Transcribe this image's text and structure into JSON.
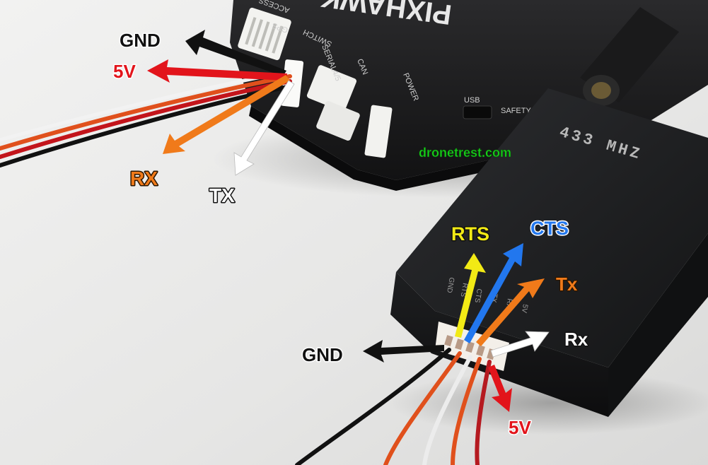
{
  "photo": {
    "background_color": "#e9e9e8",
    "flight_controller": {
      "case_color": "#1c1c1e",
      "silk_text": [
        "ACCESS",
        "GPS",
        "SWITCH",
        "SERIAL4/5",
        "CAN",
        "POWER",
        "USB",
        "SAFETY"
      ],
      "brand_mark": "PIXHAWK"
    },
    "radio": {
      "case_color": "#18191b",
      "printed_label": "433 MHZ",
      "pin_labels": [
        "GND",
        "RTS",
        "CTS",
        "TX",
        "RX",
        "5V"
      ]
    }
  },
  "watermark": "dronetrest.com",
  "top_labels": {
    "gnd": "GND",
    "v5": "5V",
    "rx": "RX",
    "tx": "TX"
  },
  "bottom_labels": {
    "rts": "RTS",
    "cts": "CTS",
    "tx": "Tx",
    "rx": "Rx",
    "gnd": "GND",
    "v5": "5V"
  },
  "colors": {
    "black": "#111111",
    "red": "#e2141b",
    "orange": "#f07a1a",
    "white": "#ffffff",
    "yellow": "#f2ea15",
    "blue": "#2277ee",
    "watermark_green": "#17d21a"
  }
}
